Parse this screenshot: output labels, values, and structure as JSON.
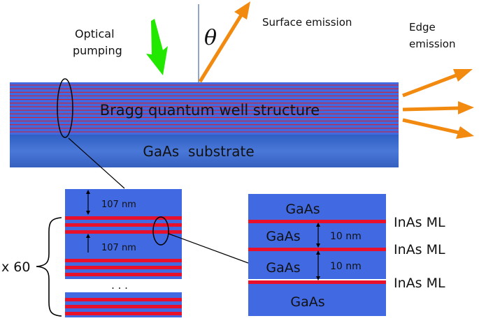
{
  "labels": {
    "optical_pumping_line1": "Optical",
    "optical_pumping_line2": "pumping",
    "theta": "θ",
    "surface_emission": "Surface emission",
    "edge_emission_line1": "Edge",
    "edge_emission_line2": "emission",
    "bragg_structure": "Bragg quantum well structure",
    "substrate": "GaAs  substrate",
    "repeat_count": "x 60",
    "ellipsis": ". . ."
  },
  "period_detail": {
    "spacer_top": "107 nm",
    "spacer_mid": "107 nm"
  },
  "qw_detail": {
    "layers": [
      "GaAs",
      "GaAs",
      "GaAs",
      "GaAs"
    ],
    "ml_labels": [
      "InAs ML",
      "InAs ML",
      "InAs ML"
    ],
    "spacings": [
      "10 nm",
      "10 nm"
    ]
  },
  "colors": {
    "gaas_blue": "#4169e1",
    "substrate_blue": "#3a66cc",
    "inas_red": "#e8102a",
    "pump_green": "#22e800",
    "emission_orange": "#f28a10"
  }
}
